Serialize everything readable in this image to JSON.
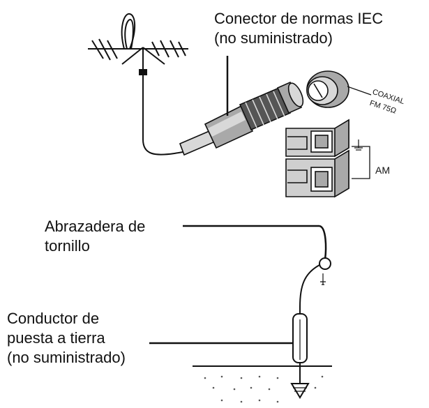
{
  "labels": {
    "iec_connector": {
      "line1": "Conector de normas IEC",
      "line2": "(no suministrado)"
    },
    "coaxial": {
      "line1": "COAXIAL",
      "line2": "FM 75Ω"
    },
    "am": "AM",
    "screw_clamp": {
      "line1": "Abrazadera de",
      "line2": "tornillo"
    },
    "ground_wire": {
      "line1": "Conductor de",
      "line2": "puesta a tierra",
      "line3": "(no suministrado)"
    }
  },
  "colors": {
    "ink": "#111111",
    "metal_light": "#d8d8d8",
    "metal_mid": "#a9a9a9",
    "metal_dark": "#555555",
    "terminal_face": "#cfcfcf"
  }
}
